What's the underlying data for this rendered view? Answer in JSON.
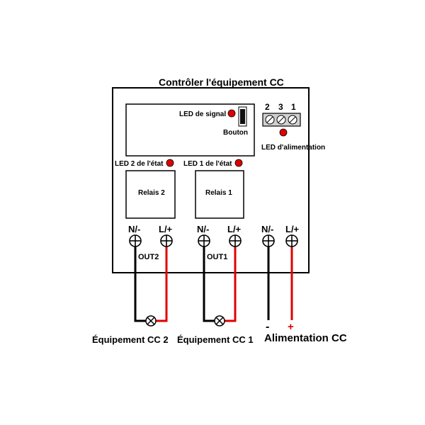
{
  "title": "Contrôler l'équipement CC",
  "led_signal_label": "LED de signal",
  "button_label": "Bouton",
  "power_terminal_numbers": [
    "2",
    "3",
    "1"
  ],
  "led_power_label": "LED d'alimentation",
  "led_state2_label": "LED 2 de l'état",
  "led_state1_label": "LED 1 de l'état",
  "relay2_label": "Relais 2",
  "relay1_label": "Relais 1",
  "out2_neg": "N/-",
  "out2_pos": "L/+",
  "out1_neg": "N/-",
  "out1_pos": "L/+",
  "pwr_neg": "N/-",
  "pwr_pos": "L/+",
  "out2_label": "OUT2",
  "out1_label": "OUT1",
  "minus_sign": "-",
  "plus_sign": "+",
  "device2_label": "Équipement CC 2",
  "device1_label": "Équipement CC 1",
  "power_supply_label": "Alimentation CC",
  "colors": {
    "outline": "#000000",
    "led": "#e00000",
    "wire_positive": "#e00000",
    "wire_negative": "#000000",
    "terminal_block": "#c8c8c8"
  }
}
